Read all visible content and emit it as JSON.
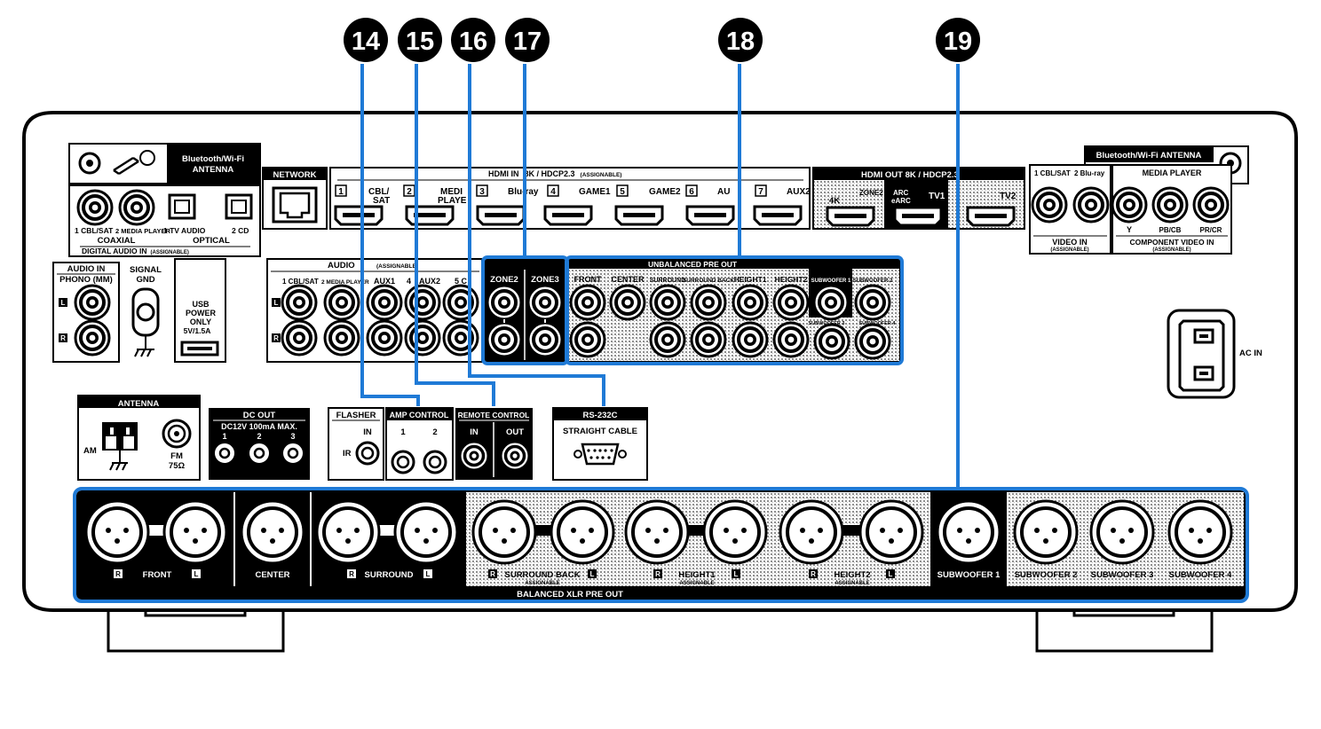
{
  "callouts": [
    "14",
    "15",
    "16",
    "17",
    "18",
    "19"
  ],
  "bt_left": {
    "line1": "Bluetooth/Wi-Fi",
    "line2": "ANTENNA"
  },
  "bt_right": "Bluetooth/Wi-Fi ANTENNA",
  "digital_audio": {
    "coaxial_ports": [
      "1 CBL/SAT",
      "2 MEDIA PLAYER"
    ],
    "optical_ports": [
      "1 TV AUDIO",
      "2 CD"
    ],
    "coaxial": "COAXIAL",
    "optical": "OPTICAL",
    "title": "DIGITAL AUDIO IN",
    "assignable": "(ASSIGNABLE)"
  },
  "network": "NETWORK",
  "hdmi_in": {
    "title": "HDMI IN",
    "title_tail": "8K / HDCP2.3",
    "assignable": "(ASSIGNABLE)",
    "ports": [
      {
        "num": "1",
        "label": "CBL/"
      },
      {
        "num": "2",
        "label": "MEDI"
      },
      {
        "num": "3",
        "label": "Blu-ray"
      },
      {
        "num": "4",
        "label": ""
      },
      {
        "num": "5",
        "label": "GAME1"
      },
      {
        "num": "6",
        "label": "GAME2"
      },
      {
        "num": "7",
        "label": "AUX2"
      }
    ],
    "label1_b": "SAT",
    "label2_b": "PLAYE",
    "aux_frag": "AU"
  },
  "hdmi_out": {
    "title": "HDMI OUT 8K / HDCP2.3",
    "four_k": "4K",
    "zone2": "ZONE2",
    "arc": "ARC",
    "earc": "eARC",
    "tv1": "TV1",
    "tv2": "TV2"
  },
  "video_in": {
    "ports": [
      "1 CBL/SAT",
      "2 Blu-ray"
    ],
    "title": "VIDEO IN",
    "assignable": "(ASSIGNABLE)"
  },
  "component": {
    "title": "MEDIA PLAYER",
    "ports": [
      "Y",
      "PB/CB",
      "PR/CR"
    ],
    "footer": "COMPONENT VIDEO IN",
    "assignable": "(ASSIGNABLE)"
  },
  "phono": {
    "title": "AUDIO IN",
    "subtitle": "PHONO (MM)",
    "l": "L",
    "r": "R"
  },
  "signal_gnd": {
    "line1": "SIGNAL",
    "line2": "GND"
  },
  "usb": {
    "line1": "USB",
    "line2": "POWER",
    "line3": "ONLY",
    "line4": "5V/1.5A"
  },
  "audio_in": {
    "title": "AUDIO",
    "assignable": "(ASSIGNABLE)",
    "ports": [
      "1 CBL/SAT",
      "2 MEDIA PLAYER",
      "AUX1",
      "4",
      "AUX2",
      "5 C"
    ]
  },
  "zone_pre": {
    "zone2": "ZONE2",
    "zone3": "ZONE3"
  },
  "unbalanced": {
    "title": "UNBALANCED PRE OUT",
    "channels": [
      "FRONT",
      "CENTER",
      "SURROUND",
      "SURROUND BACK",
      "HEIGHT1",
      "HEIGHT2",
      "SUBWOOFER 1",
      "SUBWOOFER 2"
    ],
    "sub3": "SUBWOOFER 3",
    "sub4": "SUBWOOFER 4"
  },
  "ac_in": "AC IN",
  "antenna": {
    "title": "ANTENNA",
    "am": "AM",
    "fm": "FM",
    "fm_ohm": "75Ω"
  },
  "dc_out": {
    "title": "DC OUT",
    "spec": "DC12V 100mA MAX.",
    "ports": [
      "1",
      "2",
      "3"
    ]
  },
  "flasher": {
    "title": "FLASHER",
    "in": "IN",
    "ir": "IR"
  },
  "amp_control": {
    "title": "AMP CONTROL",
    "ports": [
      "1",
      "2"
    ]
  },
  "remote_control": {
    "title": "REMOTE CONTROL",
    "in": "IN",
    "out": "OUT"
  },
  "rs232c": {
    "title": "RS-232C",
    "subtitle": "STRAIGHT CABLE"
  },
  "xlr": {
    "front": "FRONT",
    "center": "CENTER",
    "surround": "SURROUND",
    "surround_back": "SURROUND BACK",
    "height1": "HEIGHT1",
    "height2": "HEIGHT2",
    "assignable": "ASSIGNABLE",
    "sub1": "SUBWOOFER 1",
    "sub2": "SUBWOOFER 2",
    "sub3": "SUBWOOFER 3",
    "sub4": "SUBWOOFER 4",
    "r": "R",
    "l": "L",
    "title": "BALANCED XLR PRE OUT"
  },
  "colors": {
    "callout_line": "#1f7ad6",
    "panel_dark": "#000000",
    "panel_outline": "#111111",
    "pattern_dot": "#9a9a9a"
  }
}
